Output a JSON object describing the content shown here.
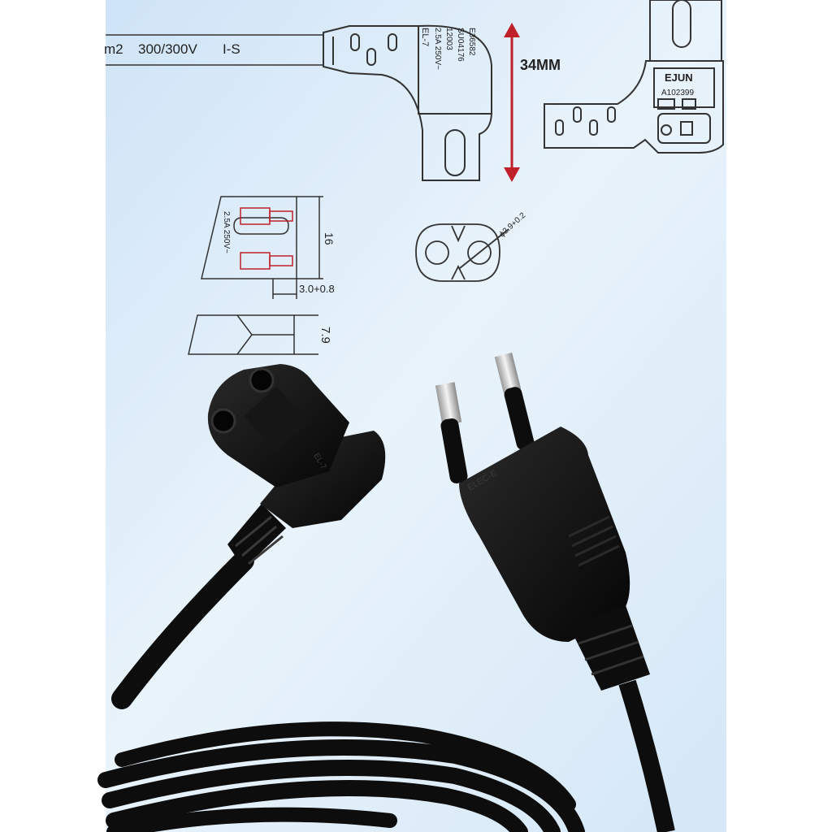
{
  "drawing": {
    "cable_spec_prefix": "m2",
    "cable_voltage": "300/300V",
    "cable_type": "I-S",
    "height_label": "34MM",
    "plug_side_codes": [
      "E36582",
      "SU04176",
      "12003",
      "2.5A 250V~",
      "EL-7"
    ],
    "brand": "EJUN",
    "model_code": "A102399",
    "face_rating": "2.5A 250V~",
    "dim_16": "16",
    "dim_3": "3.0+0.8",
    "dim_79": "7.9",
    "dim_hole": "ϕ2.9+0.2"
  },
  "product": {
    "plug_label": "ELEC-E",
    "connector_label": "EL-7"
  },
  "colors": {
    "background_top": "#ffffff",
    "background_bottom": "#d6e8f7",
    "accent_arrow": "#c0202a",
    "cable": "#0d0d0d"
  }
}
